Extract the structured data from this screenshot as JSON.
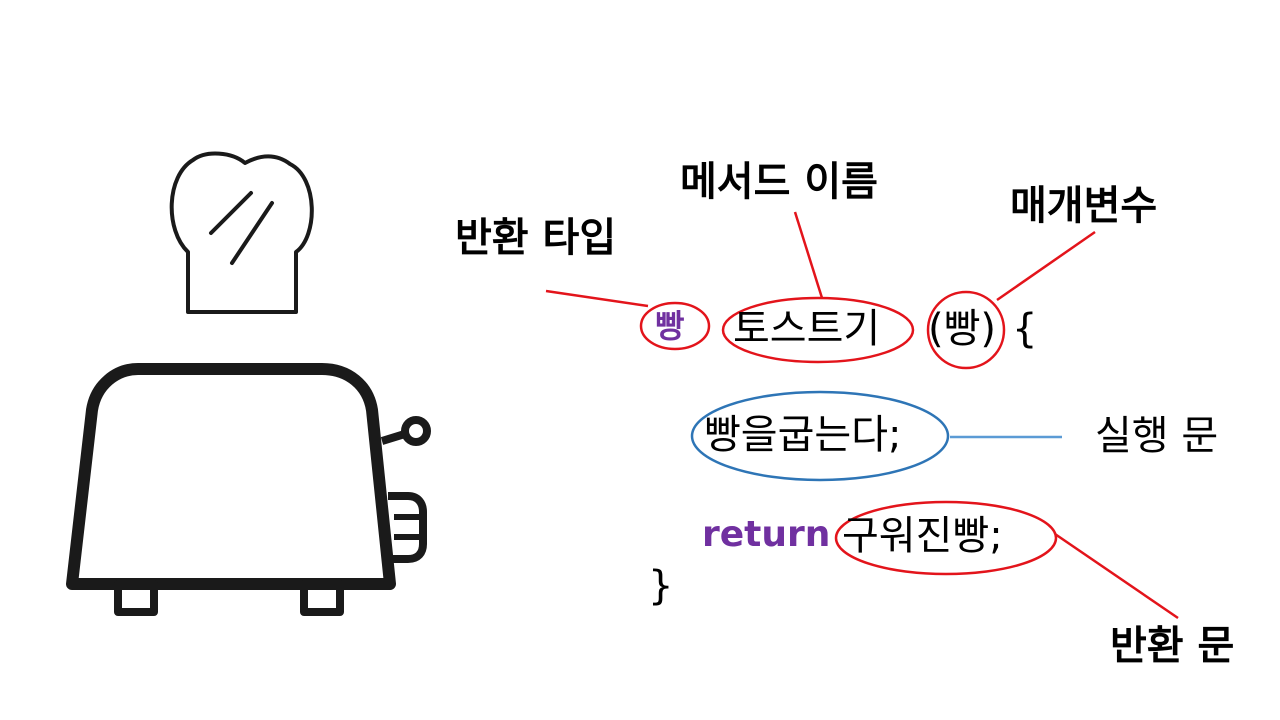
{
  "labels": {
    "method_name": "메서드 이름",
    "parameter": "매개변수",
    "return_type": "반환 타입",
    "statement": "실행 문",
    "return_statement": "반환 문"
  },
  "code": {
    "return_type": "빵",
    "method_name": "토스트기",
    "params": "(빵)",
    "open_brace": "{",
    "statement": "빵을굽는다;",
    "return_keyword": "return",
    "return_value": "구워진빵;",
    "close_brace": "}"
  },
  "icons": [
    "toaster-icon",
    "bread-icon"
  ],
  "colors": {
    "highlight_red": "#E3141B",
    "highlight_blue": "#2E75B6",
    "statement_line": "#5B9BD5",
    "keyword_purple": "#7030A0",
    "outline": "#1a1a1a"
  }
}
